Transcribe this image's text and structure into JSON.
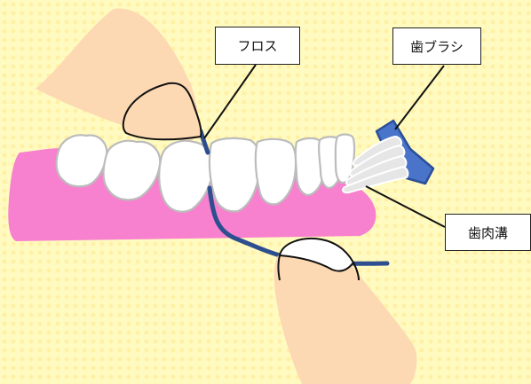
{
  "labels": {
    "floss": "フロス",
    "toothbrush": "歯ブラシ",
    "gingival_sulcus": "歯肉溝"
  },
  "colors": {
    "background": "#fffbc0",
    "background_dots": "#fff0a6",
    "skin": "#fcd9b2",
    "gum": "#f781cf",
    "tooth": "#ffffff",
    "tooth_outline": "#bcbcbc",
    "floss": "#2d4f8f",
    "toothbrush_handle": "#4a74c9",
    "bristles": "#e6e6e6",
    "outline": "#111111"
  }
}
